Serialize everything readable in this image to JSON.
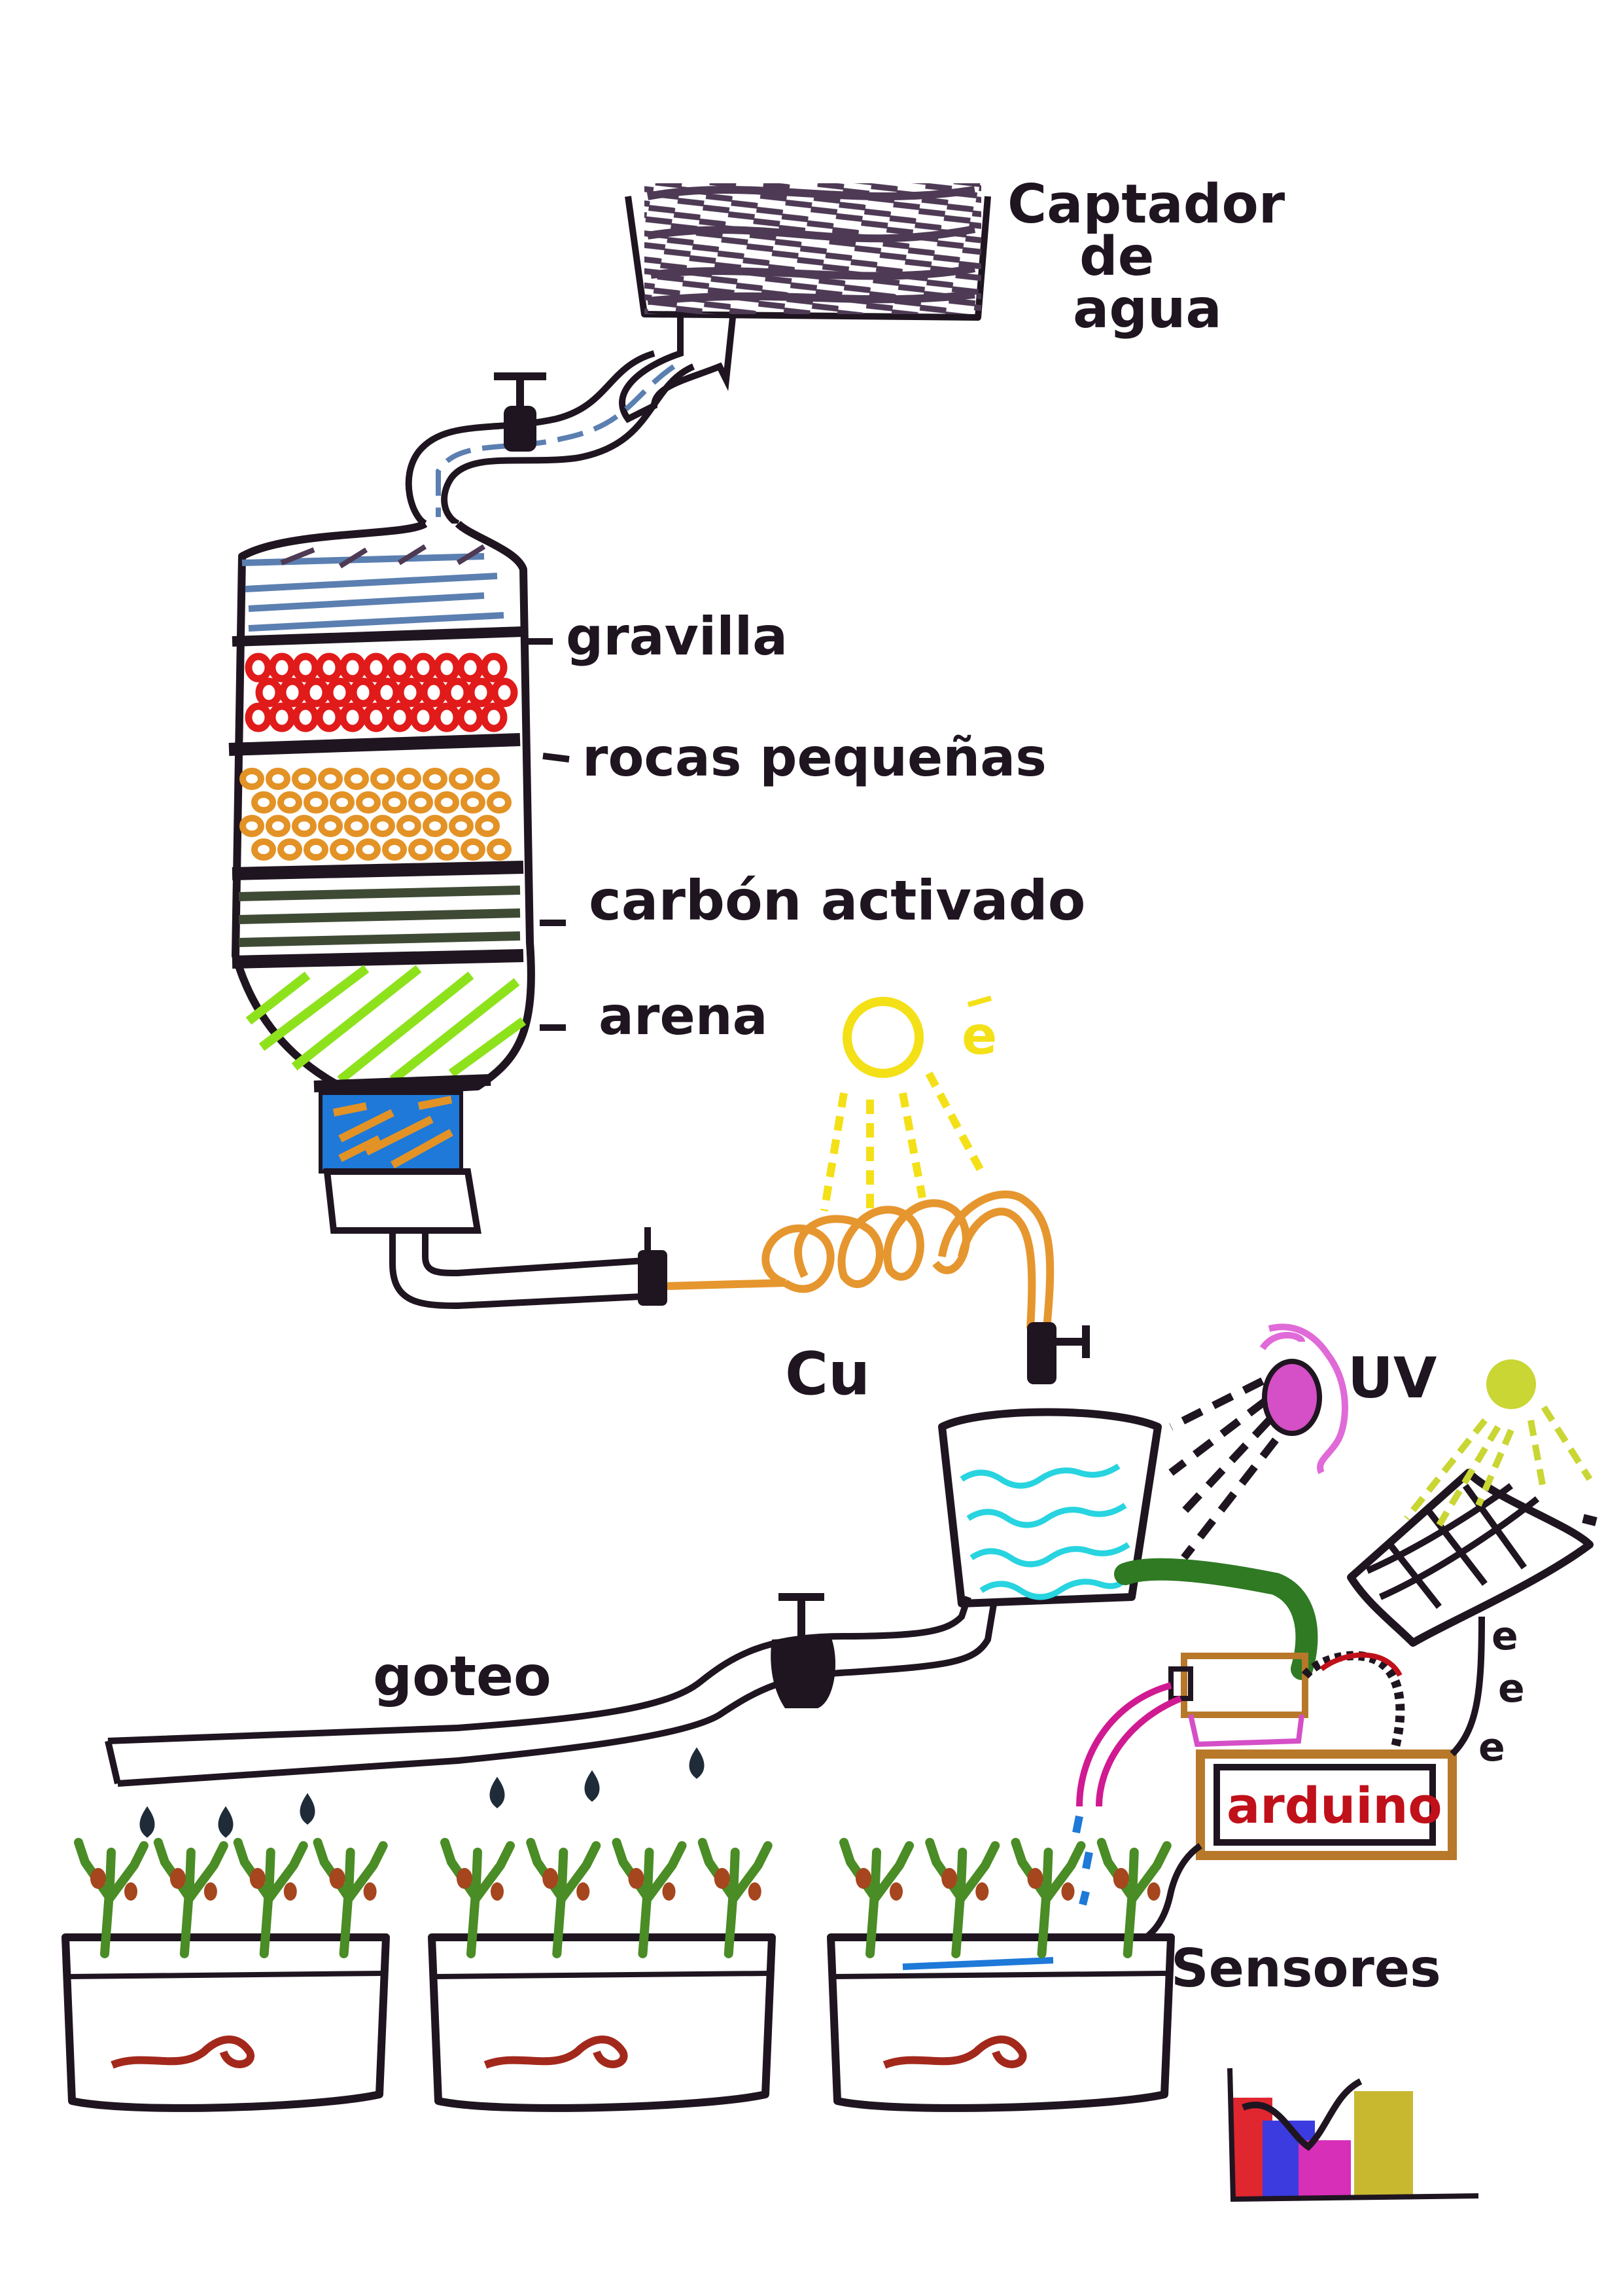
{
  "labels": {
    "collector": [
      "Captador",
      "de",
      "agua"
    ],
    "gravel": "gravilla",
    "small_rocks": "rocas pequeñas",
    "carbon": "carbón activado",
    "sand": "arena",
    "copper": "Cu",
    "electron": "e",
    "uv": "UV",
    "drip": "goteo",
    "arduino": "arduino",
    "sensors": "Sensores"
  },
  "colors": {
    "outline": "#1f1520",
    "collector_fill": "#4e3a55",
    "water": "#5b7fb0",
    "gravel_red": "#e11a1a",
    "rocks_orange": "#e39226",
    "carbon_dark": "#3f4a35",
    "sand_green": "#8ee21c",
    "nozzle_blue": "#1e79d8",
    "copper_orange": "#e6962e",
    "sun_yellow": "#f4e017",
    "uv_magenta": "#e06ad8",
    "uv_bulb": "#d54fc7",
    "tank_cyan": "#27d4e0",
    "hose_green": "#2f7a23",
    "arduino_brown": "#b8782a",
    "arduino_red": "#c0101a",
    "panel_sun": "#c9d633",
    "plant_green": "#4a8c25",
    "leaf_brown": "#a5461e",
    "worm_red": "#a3281c",
    "drop_dark": "#1f2b38",
    "bar_red": "#e0262f",
    "bar_blue": "#3b3be0",
    "bar_magenta": "#d72fb8",
    "bar_olive": "#c8b830"
  },
  "icons": [
    "faucet-icon",
    "sun-icon",
    "uv-lamp-icon",
    "solar-panel-icon",
    "water-drop-icon",
    "plant-icon",
    "worm-icon",
    "bar-chart-icon"
  ]
}
